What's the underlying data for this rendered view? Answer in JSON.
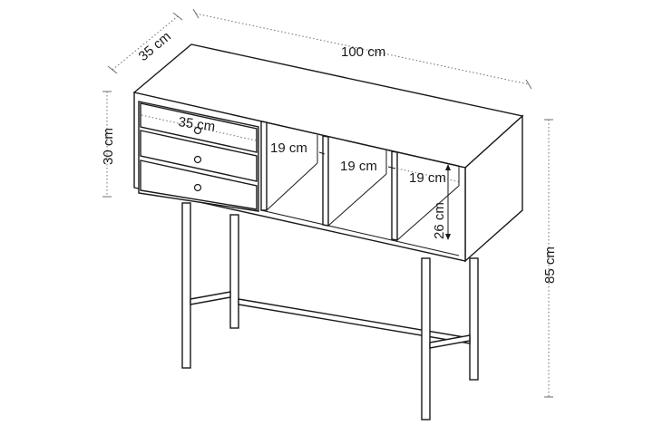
{
  "dimensions": {
    "width": "100 cm",
    "depth": "35 cm",
    "cabinet_height": "30 cm",
    "total_height": "85 cm",
    "drawer_width": "35 cm",
    "niche_1_width": "19 cm",
    "niche_2_width": "19 cm",
    "niche_3_width": "19 cm",
    "niche_height": "26 cm"
  },
  "drawers": {
    "count": 3
  }
}
